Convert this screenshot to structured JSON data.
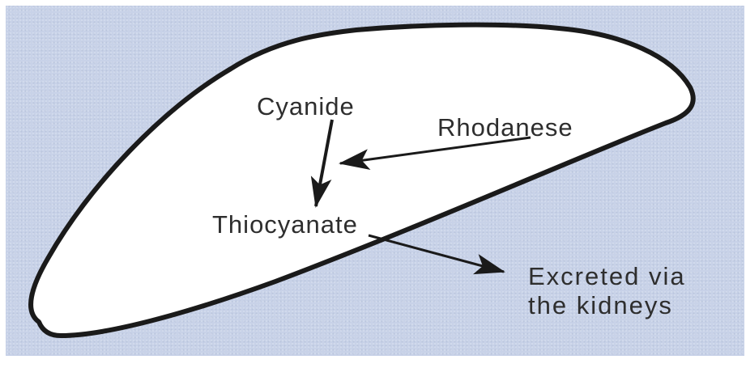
{
  "diagram": {
    "background_color": "#c8d2e8",
    "shape_fill": "#ffffff",
    "stroke_color": "#1a1a1a",
    "text_color": "#2e2e2e",
    "labels": {
      "cyanide": "Cyanide",
      "rhodanese": "Rhodanese",
      "thiocyanate": "Thiocyanate",
      "excreted_line1": "Excreted via",
      "excreted_line2": "the kidneys"
    }
  }
}
